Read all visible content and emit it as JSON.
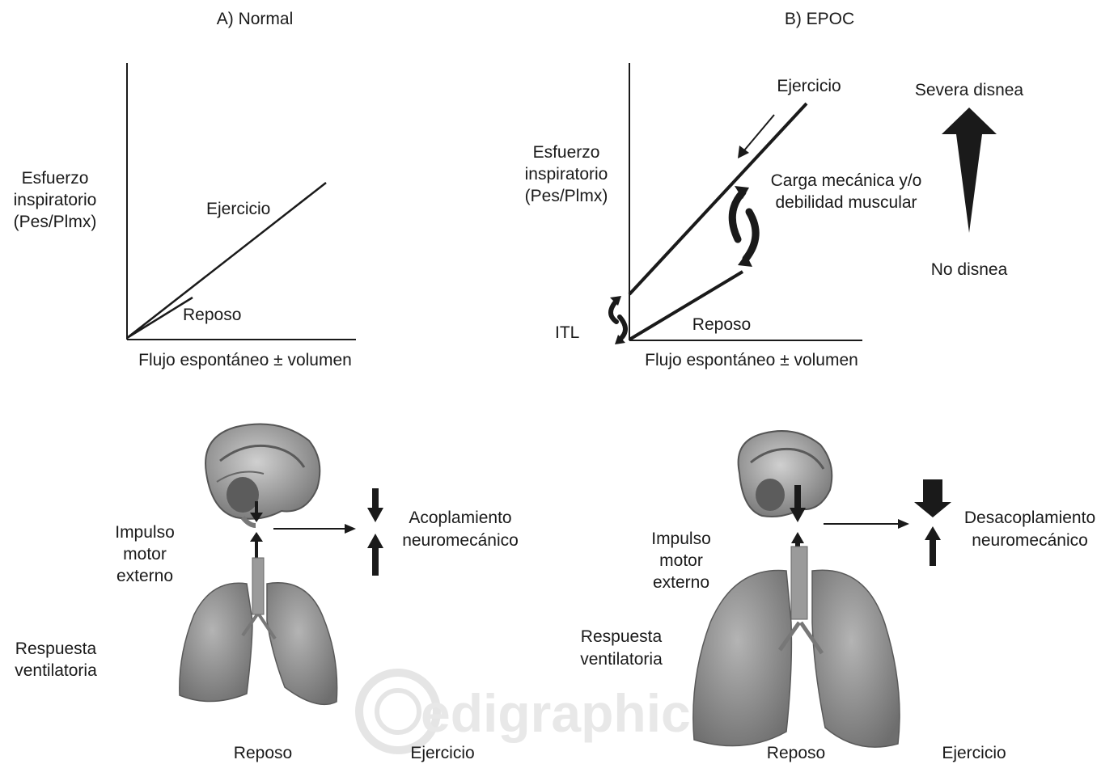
{
  "panel_a": {
    "title": "A) Normal",
    "y_axis_label": [
      "Esfuerzo",
      "inspiratorio",
      "(Pes/Plmx)"
    ],
    "x_axis_label": "Flujo espontáneo ± volumen",
    "line_exercise_label": "Ejercicio",
    "line_rest_label": "Reposo"
  },
  "panel_b": {
    "title": "B) EPOC",
    "y_axis_label": [
      "Esfuerzo",
      "inspiratorio",
      "(Pes/Plmx)"
    ],
    "x_axis_label": "Flujo espontáneo ± volumen",
    "line_exercise_label": "Ejercicio",
    "line_rest_label": "Reposo",
    "itl_label": "ITL",
    "load_label": [
      "Carga mecánica y/o",
      "debilidad muscular"
    ],
    "dyspnea_top_label": "Severa disnea",
    "dyspnea_bottom_label": "No disnea"
  },
  "lower_a": {
    "drive_label": [
      "Impulso",
      "motor",
      "externo"
    ],
    "coupling_label": [
      "Acoplamiento",
      "neuromecánico"
    ],
    "response_label": [
      "Respuesta",
      "ventilatoria"
    ],
    "rest_label": "Reposo",
    "exercise_label": "Ejercicio"
  },
  "lower_b": {
    "drive_label": [
      "Impulso",
      "motor",
      "externo"
    ],
    "coupling_label": [
      "Desacoplamiento",
      "neuromecánico"
    ],
    "response_label": [
      "Respuesta",
      "ventilatoria"
    ],
    "rest_label": "Reposo",
    "exercise_label": "Ejercicio"
  },
  "watermark": "edigraphic.c",
  "colors": {
    "ink": "#1a1a1a",
    "lung": "#8f8f8f",
    "brain": "#9a9a9a",
    "watermark": "#e6e6e6"
  }
}
